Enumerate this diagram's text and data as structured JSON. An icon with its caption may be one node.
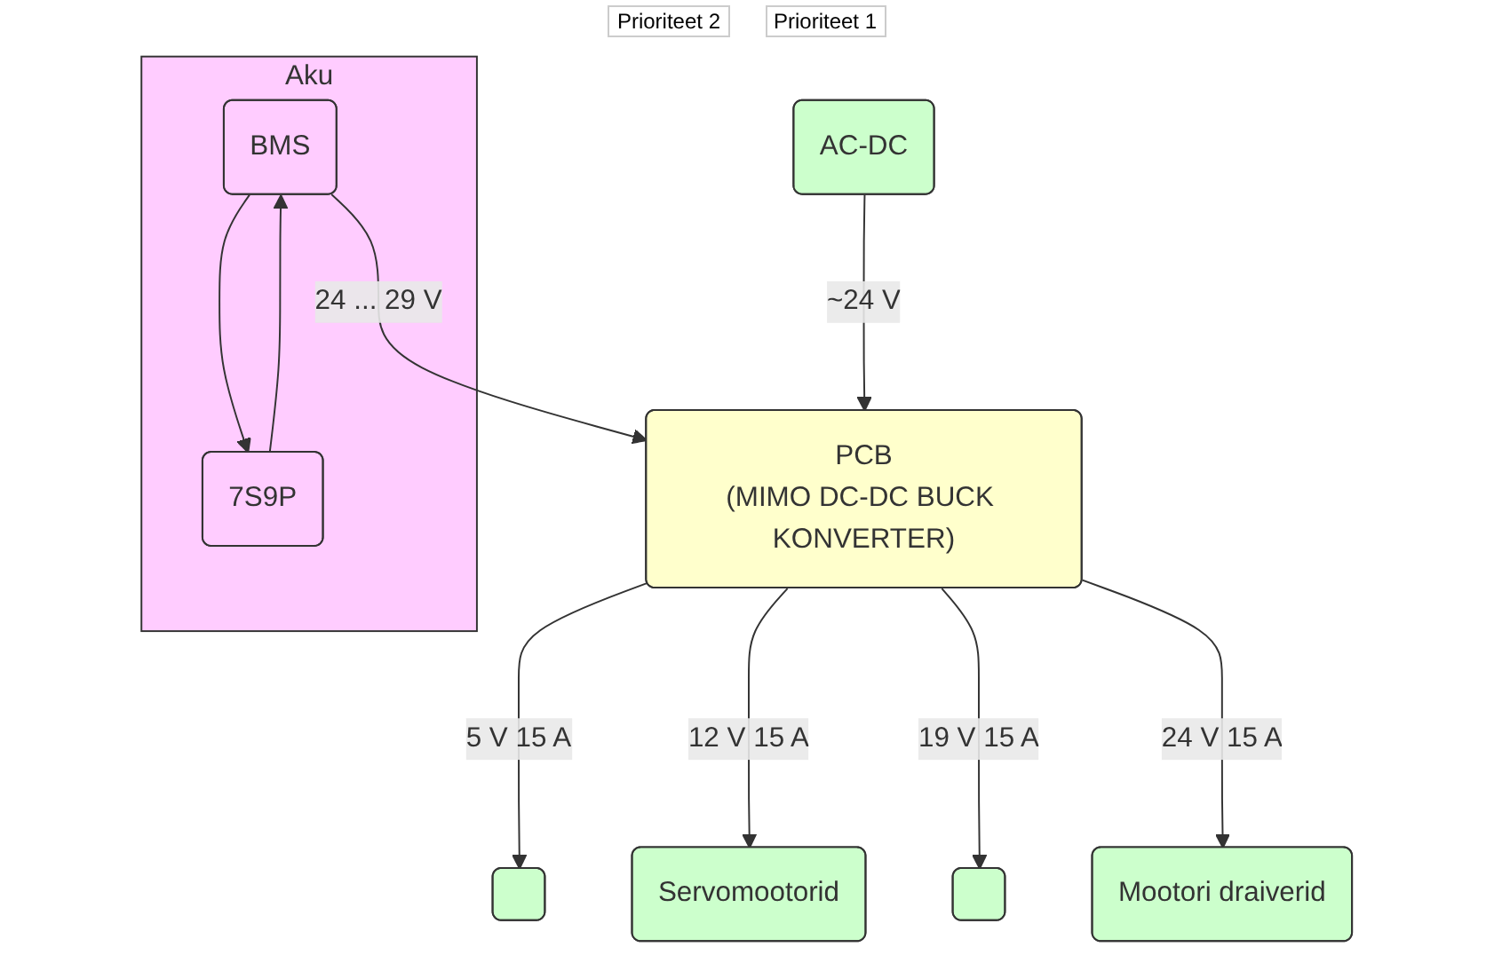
{
  "diagram": {
    "nodes": [
      {
        "text": [
          "Aku"
        ]
      },
      {
        "text": [
          "BMS"
        ],
        "in": 0
      },
      {
        "text": [
          "7S9P"
        ],
        "in": 0
      },
      {
        "text": [
          "AC-DC"
        ]
      },
      {
        "text": [
          "PCB",
          "(MIMO DC-DC BUCK KONVERTER)"
        ]
      },
      {
        "text": [],
        "shape": "box"
      },
      {
        "text": [
          "Servomootorid"
        ]
      },
      {
        "text": [],
        "shape": "box"
      },
      {
        "text": [
          "Mootori draiverid"
        ]
      }
    ],
    "edges": [
      {
        "from": 2,
        "to": 1,
        "arrow": "to"
      },
      {
        "from": 1,
        "to": 2,
        "arrow": "to"
      },
      {
        "from": 1,
        "to": 4,
        "arrow": "to",
        "label": "24 ... 29 V"
      },
      {
        "from": 3,
        "to": 4,
        "arrow": "to",
        "label": "~24 V"
      },
      {
        "from": 4,
        "to": 5,
        "arrow": "to",
        "label": "5 V 15 A"
      },
      {
        "from": 4,
        "to": 6,
        "arrow": "to",
        "label": "12 V 15 A"
      },
      {
        "from": 4,
        "to": 7,
        "arrow": "to",
        "label": "19 V 15 A"
      },
      {
        "from": 4,
        "to": 8,
        "arrow": "to",
        "label": "24 V 15 A"
      }
    ],
    "labels": [
      "Prioriteet 2",
      "Prioriteet 1"
    ]
  }
}
